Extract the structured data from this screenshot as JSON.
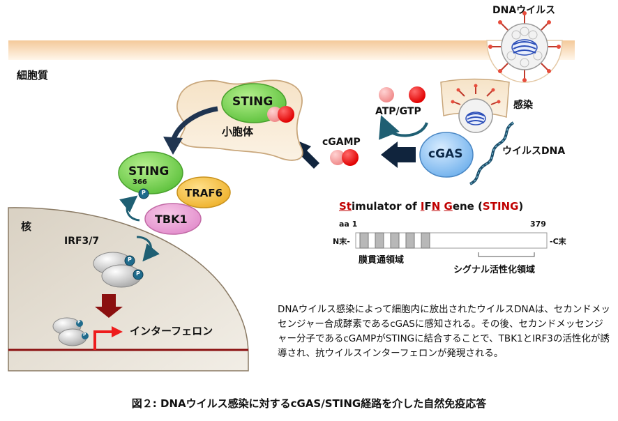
{
  "labels": {
    "cytoplasm": "細胞質",
    "nucleus": "核",
    "dna_virus": "DNAウイルス",
    "infection": "感染",
    "viral_dna": "ウイルスDNA",
    "cgas": "cGAS",
    "cgamp": "cGAMP",
    "atp_gtp": "ATP/GTP",
    "sting_er": "STING",
    "vesicle": "小胞体",
    "sting": "STING",
    "site_366": "366",
    "phospho": "P",
    "traf6": "TRAF6",
    "tbk1": "TBK1",
    "irf37": "IRF3/7",
    "interferon": "インターフェロン"
  },
  "domain_figure": {
    "title_parts": [
      {
        "text": "St",
        "red": true,
        "underline": true
      },
      {
        "text": "imulator of ",
        "red": false,
        "underline": false
      },
      {
        "text": "I",
        "red": true,
        "underline": true
      },
      {
        "text": "F",
        "red": false,
        "underline": false
      },
      {
        "text": "N",
        "red": true,
        "underline": true
      },
      {
        "text": " ",
        "red": false,
        "underline": false
      },
      {
        "text": "G",
        "red": true,
        "underline": true
      },
      {
        "text": "ene (",
        "red": false,
        "underline": false
      },
      {
        "text": "STING",
        "red": true,
        "underline": false
      },
      {
        "text": ")",
        "red": false,
        "underline": false
      }
    ],
    "aa_start": "aa 1",
    "aa_end": "379",
    "n_term": "N末-",
    "c_term": "-C末",
    "tm_label": "膜貫通領域",
    "signal_label": "シグナル活性化領域"
  },
  "description": "DNAウイルス感染によって細胞内に放出されたウイルスDNAは、セカンドメッセンジャー合成酵素であるcGASに感知される。その後、セカンドメッセンジャー分子であるcGAMPがSTINGに結合することで、TBK1とIRF3の活性化が誘導され、抗ウイルスインターフェロンが発現される。",
  "caption": "図２: DNAウイルス感染に対するcGAS/STING経路を介した自然免疫応答",
  "colors": {
    "green": "#7ed957",
    "pink": "#e8a0c8",
    "yellow": "#f6c244",
    "blue": "#8fc3f0",
    "red": "#ee1c1c",
    "dark_arrow": "#10243d",
    "dark_red": "#8b1010"
  }
}
